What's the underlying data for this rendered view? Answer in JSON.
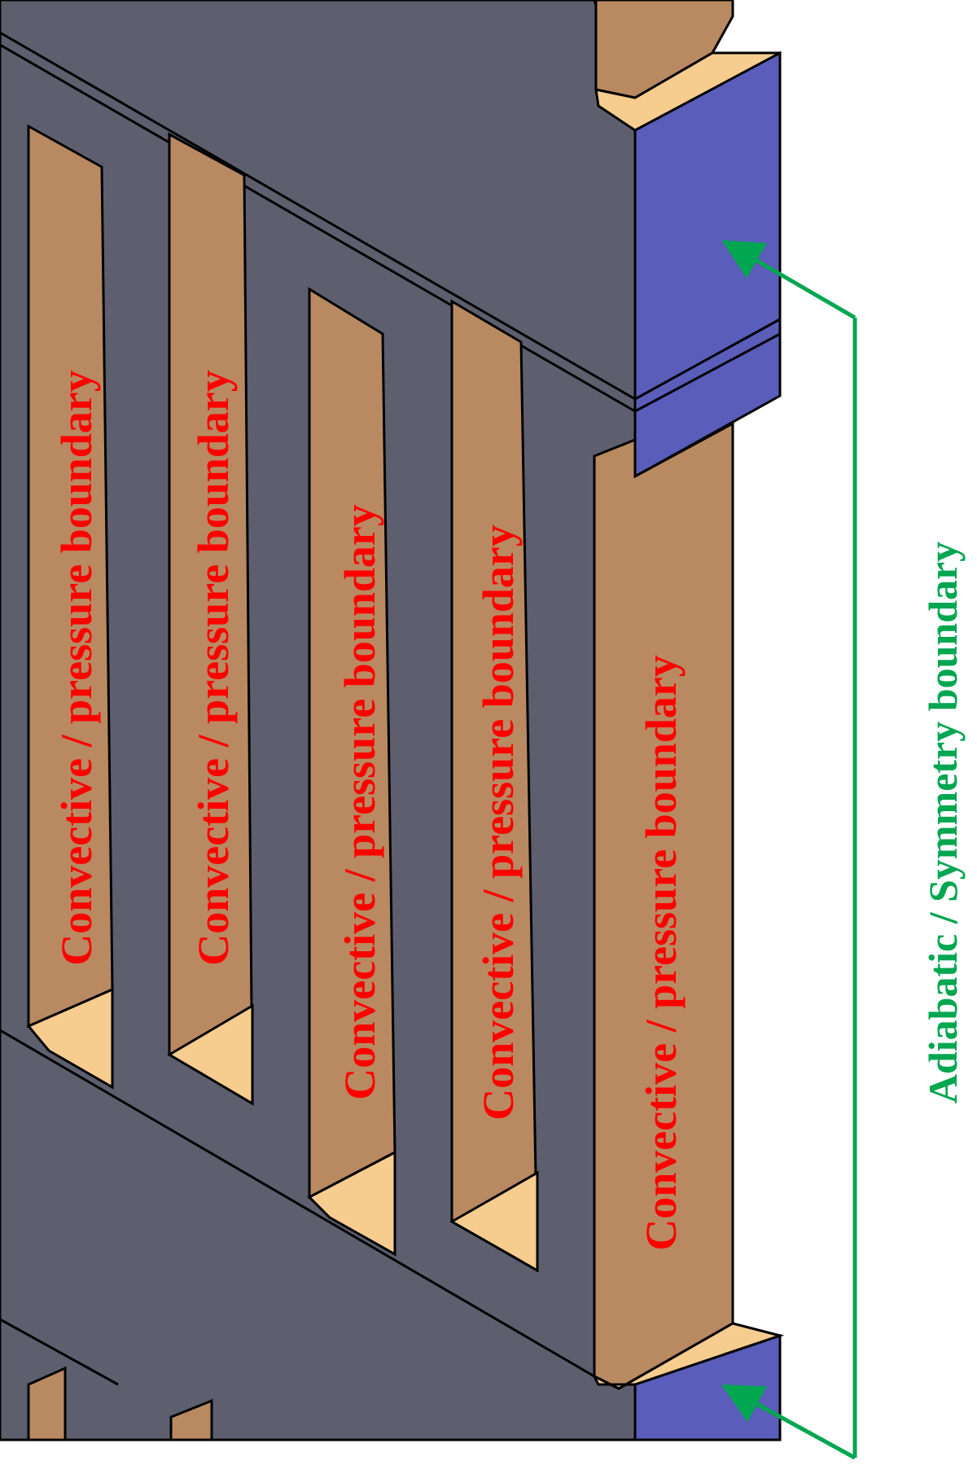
{
  "labels": {
    "convective": [
      "Convective / pressure boundary",
      "Convective / pressure boundary",
      "Convective / pressure boundary",
      "Convective / pressure boundary",
      "Convective / pressure boundary"
    ],
    "adiabatic": "Adiabatic / Symmetry boundary"
  },
  "colors": {
    "background": "#ffffff",
    "solid_gray": "#5d5f6e",
    "fluid_tan": "#b98a62",
    "fillet_light": "#f6cc8f",
    "symmetry_blue": "#5b5dbb",
    "edge": "#000000",
    "convective_text": "#ff0000",
    "adiabatic_text": "#00a650"
  }
}
